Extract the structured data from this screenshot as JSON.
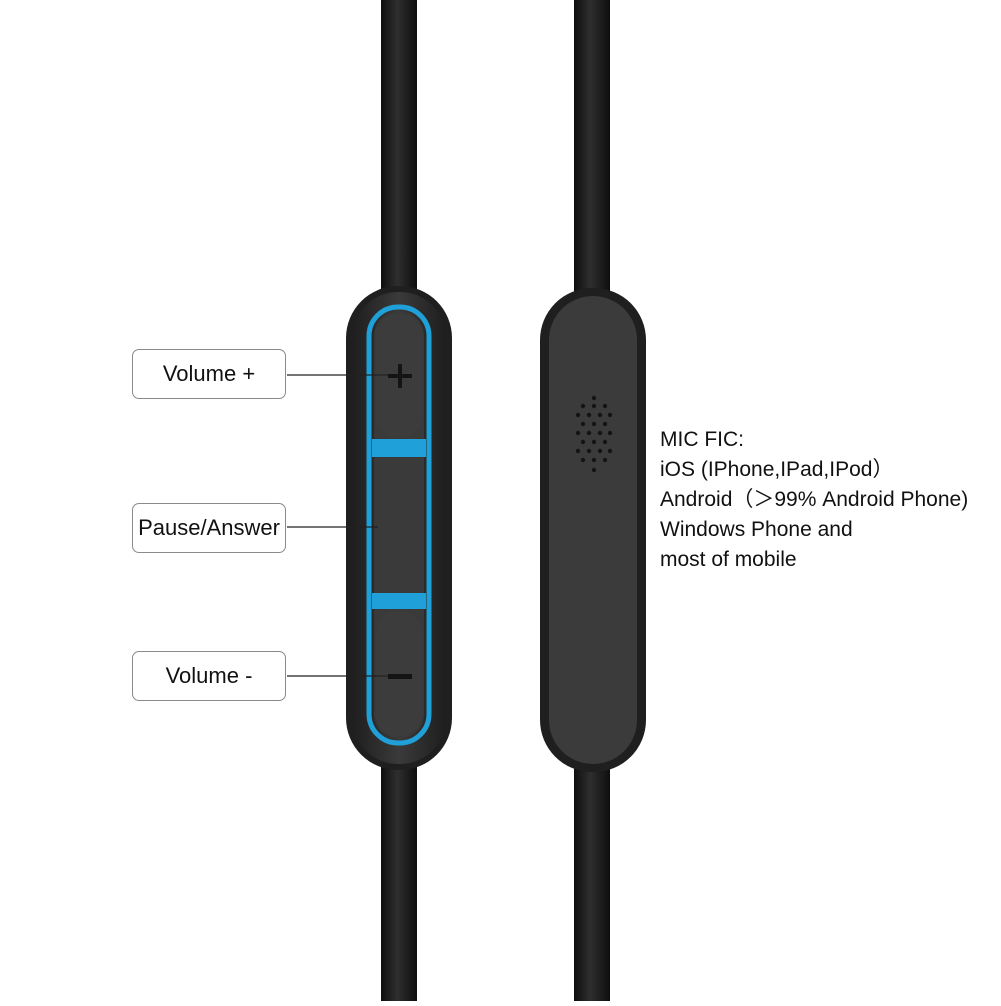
{
  "labels": {
    "volume_up": "Volume +",
    "pause_answer": "Pause/Answer",
    "volume_down": "Volume -"
  },
  "compatibility": {
    "title": "MIC FIC:",
    "lines": [
      "iOS (IPhone,IPad,IPod）",
      "Android（＞99% Android Phone)",
      "Windows Phone and",
      "most of mobile"
    ]
  },
  "colors": {
    "cable": "#1c1c1c",
    "remote_body": "#2f2f2f",
    "accent": "#1fa0d8"
  },
  "icons": {
    "plus": "plus-icon",
    "minus": "minus-icon",
    "mic_holes": "mic-grille-icon"
  }
}
